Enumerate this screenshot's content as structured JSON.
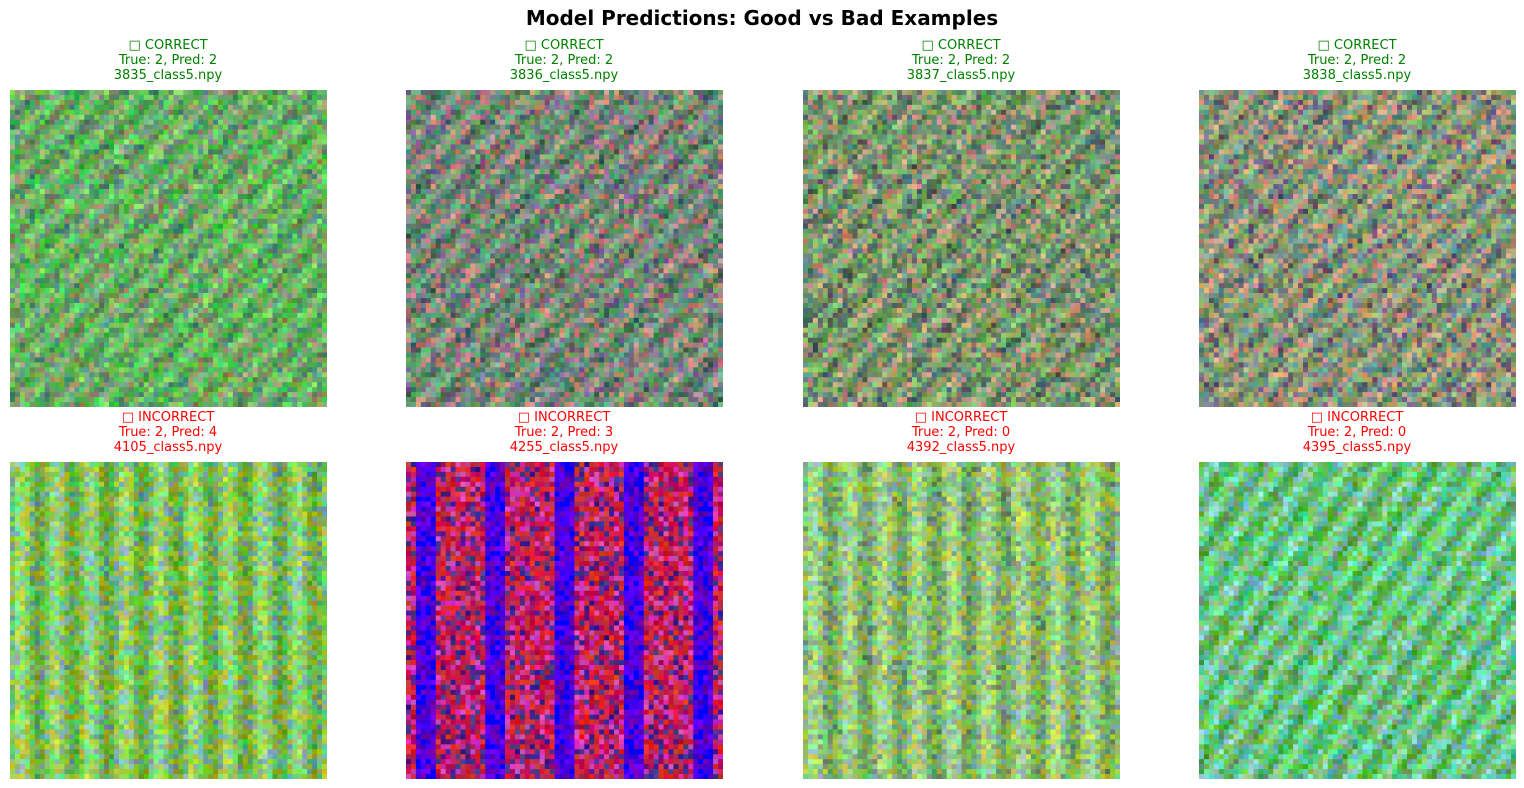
{
  "figure": {
    "title": "Model Predictions: Good vs Bad Examples"
  },
  "colors": {
    "correct": "#008000",
    "incorrect": "#ff0000"
  },
  "panels": [
    {
      "status": "□ CORRECT",
      "true_pred": "True: 2, Pred: 2",
      "file": "3835_class5.npy",
      "kind": "correct"
    },
    {
      "status": "□ CORRECT",
      "true_pred": "True: 2, Pred: 2",
      "file": "3836_class5.npy",
      "kind": "correct"
    },
    {
      "status": "□ CORRECT",
      "true_pred": "True: 2, Pred: 2",
      "file": "3837_class5.npy",
      "kind": "correct"
    },
    {
      "status": "□ CORRECT",
      "true_pred": "True: 2, Pred: 2",
      "file": "3838_class5.npy",
      "kind": "correct"
    },
    {
      "status": "□ INCORRECT",
      "true_pred": "True: 2, Pred: 4",
      "file": "4105_class5.npy",
      "kind": "incorrect"
    },
    {
      "status": "□ INCORRECT",
      "true_pred": "True: 2, Pred: 3",
      "file": "4255_class5.npy",
      "kind": "incorrect"
    },
    {
      "status": "□ INCORRECT",
      "true_pred": "True: 2, Pred: 0",
      "file": "4392_class5.npy",
      "kind": "incorrect"
    },
    {
      "status": "□ INCORRECT",
      "true_pred": "True: 2, Pred: 0",
      "file": "4395_class5.npy",
      "kind": "incorrect"
    }
  ]
}
